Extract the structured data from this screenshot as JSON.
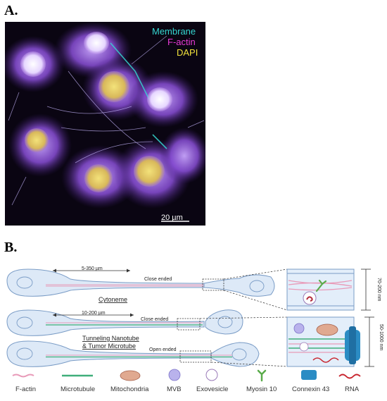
{
  "panel_a": {
    "label": "A.",
    "channels": [
      {
        "name": "Membrane",
        "color": "#35d6d0"
      },
      {
        "name": "F-actin",
        "color": "#e83ad6"
      },
      {
        "name": "DAPI",
        "color": "#f2e23c"
      }
    ],
    "scale_bar": "20 µm"
  },
  "panel_b": {
    "label": "B.",
    "structures": [
      {
        "name": "Cytoneme",
        "length": "5-350 µm",
        "end": "Close ended"
      },
      {
        "name_line1": "Tunneling Nanotube",
        "name_line2": "& Tumor Microtube",
        "length": "10-200 µm",
        "end_top": "Close ended",
        "end_bottom": "Open ended"
      }
    ],
    "diameters": {
      "cytoneme": "70-200 nm",
      "tnt": "50-1000 nm"
    },
    "legend": [
      {
        "label": "F-actin",
        "icon": "f-actin-icon",
        "color": "#e89ab8"
      },
      {
        "label": "Microtubule",
        "icon": "microtubule-icon",
        "color": "#3fae7a"
      },
      {
        "label": "Mitochondria",
        "icon": "mitochondria-icon",
        "color": "#c9826a"
      },
      {
        "label": "MVB",
        "icon": "mvb-icon",
        "color": "#9a92d8"
      },
      {
        "label": "Exovesicle",
        "icon": "exovesicle-icon",
        "color": "#b32d3c"
      },
      {
        "label": "Myosin 10",
        "icon": "myosin-icon",
        "color": "#5aab4a"
      },
      {
        "label": "Connexin 43",
        "icon": "connexin-icon",
        "color": "#2b8cc4"
      },
      {
        "label": "RNA",
        "icon": "rna-icon",
        "color": "#c8232c"
      }
    ]
  }
}
